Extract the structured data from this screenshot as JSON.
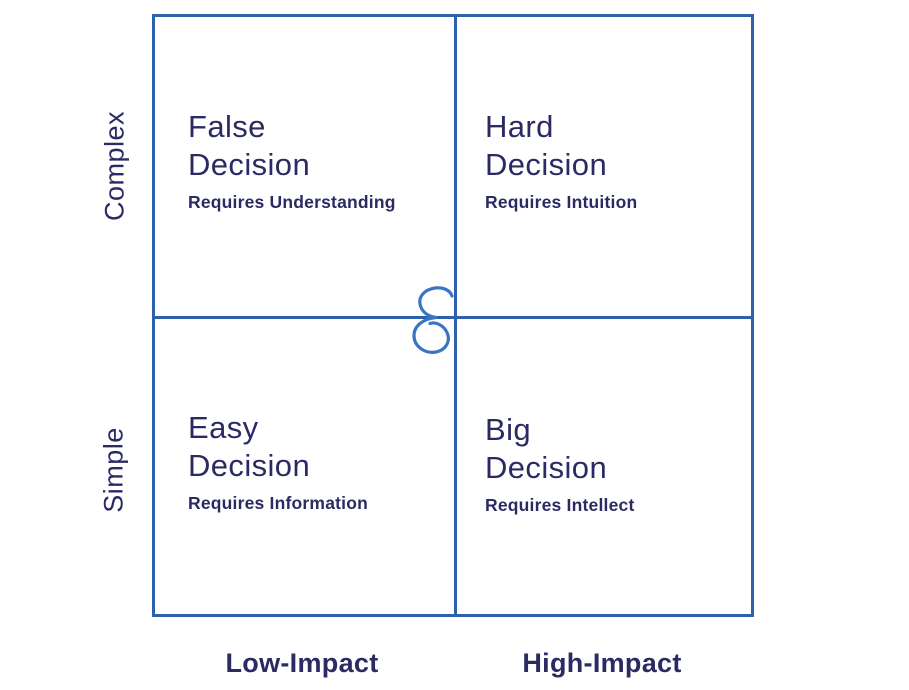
{
  "colors": {
    "bg": "#ffffff",
    "line": "#2e61ad",
    "glyph": "#3a74c4",
    "text": "#2b2a63"
  },
  "matrix": {
    "quadrants": [
      {
        "id": "top-left",
        "title_line1": "False",
        "title_line2": "Decision",
        "subtitle": "Requires Understanding"
      },
      {
        "id": "top-right",
        "title_line1": "Hard",
        "title_line2": "Decision",
        "subtitle": "Requires Intuition"
      },
      {
        "id": "bottom-left",
        "title_line1": "Easy",
        "title_line2": "Decision",
        "subtitle": "Requires Information"
      },
      {
        "id": "bottom-right",
        "title_line1": "Big",
        "title_line2": "Decision",
        "subtitle": "Requires Intellect"
      }
    ],
    "y_axis": {
      "top_label": "Complex",
      "bottom_label": "Simple"
    },
    "x_axis": {
      "left_label": "Low-Impact",
      "right_label": "High-Impact"
    },
    "center_glyph": "ampersand-flourish-icon"
  }
}
